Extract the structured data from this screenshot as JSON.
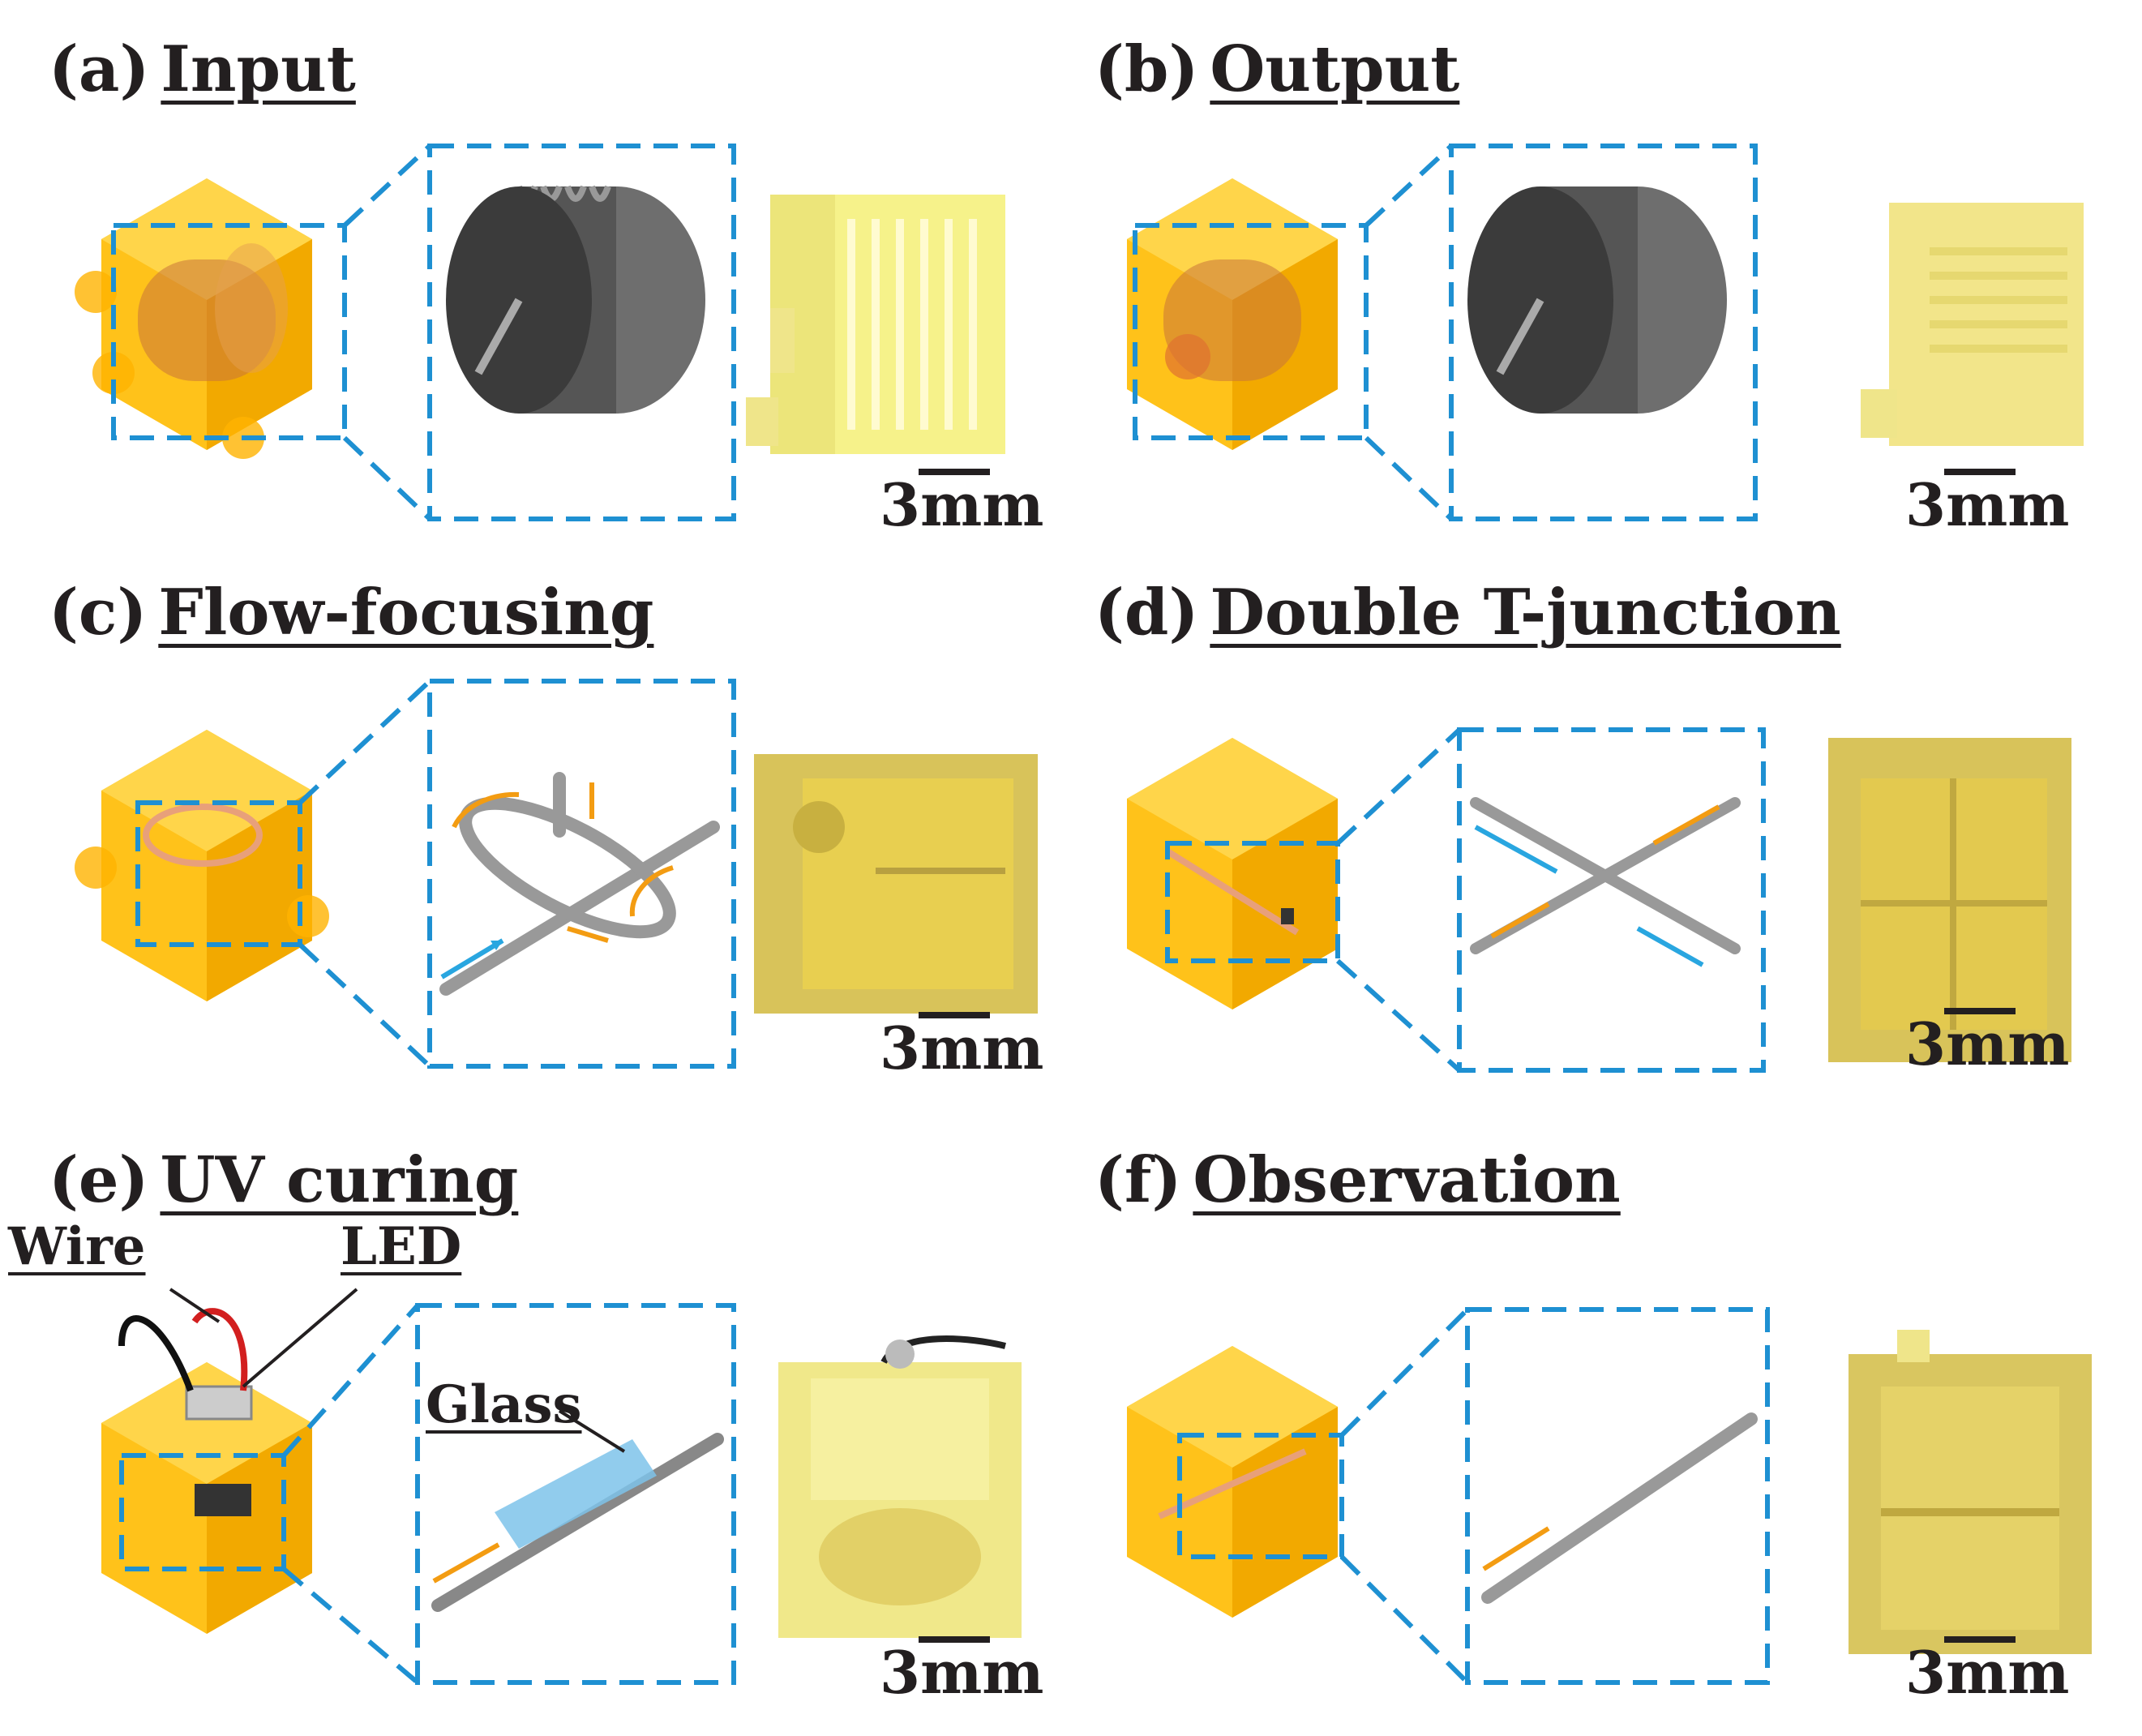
{
  "panels": [
    {
      "id": "a",
      "label": "(a)",
      "title": "Input",
      "scale": "3mm"
    },
    {
      "id": "b",
      "label": "(b)",
      "title": "Output",
      "scale": "3mm"
    },
    {
      "id": "c",
      "label": "(c)",
      "title": "Flow-focusing",
      "scale": "3mm"
    },
    {
      "id": "d",
      "label": "(d)",
      "title": "Double T-junction",
      "scale": "3mm"
    },
    {
      "id": "e",
      "label": "(e)",
      "title": "UV curing",
      "scale": "3mm",
      "callouts": {
        "wire": "Wire",
        "led": "LED",
        "glass": "Glass"
      }
    },
    {
      "id": "f",
      "label": "(f)",
      "title": "Observation",
      "scale": "3mm"
    }
  ],
  "colors": {
    "cube_yellow": "#ffc21a",
    "dash_blue": "#1e90d2",
    "flow_orange": "#f39c12",
    "flow_blue": "#29a6e0",
    "text_dark": "#231f20"
  }
}
